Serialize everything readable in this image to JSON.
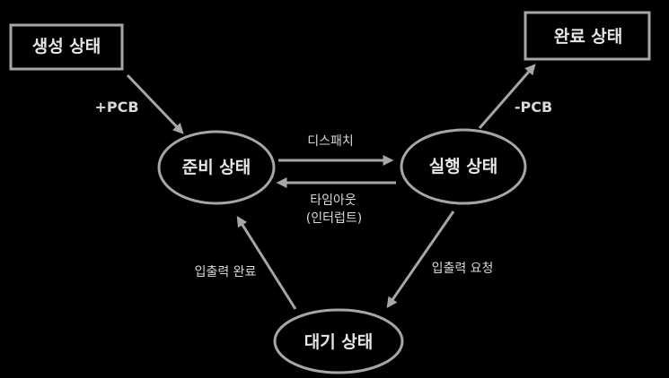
{
  "colors": {
    "background": "#000000",
    "stroke": "#a6a6a6",
    "text": "#e6e6e6"
  },
  "states": {
    "created": "생성 상태",
    "ready": "준비 상태",
    "running": "실행 상태",
    "terminated": "완료 상태",
    "waiting": "대기 상태"
  },
  "transitions": {
    "admit": "+PCB",
    "exit": "-PCB",
    "dispatch": "디스패치",
    "timeout": "타임아웃",
    "timeout_note": "(인터럽트)",
    "io_request": "입출력 요청",
    "io_complete": "입출력 완료"
  }
}
